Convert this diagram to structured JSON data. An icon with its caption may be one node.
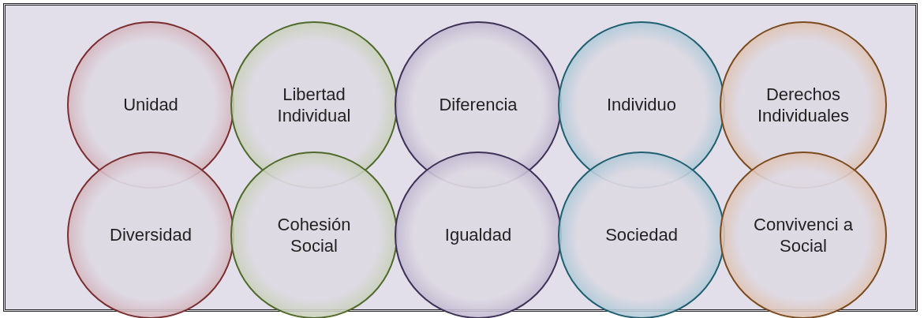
{
  "diagram": {
    "nodes": [
      {
        "text": [
          "Unidad"
        ]
      },
      {
        "text": [
          "Libertad Individual"
        ]
      },
      {
        "text": [
          "Diferencia"
        ]
      },
      {
        "text": [
          "Individuo"
        ]
      },
      {
        "text": [
          "Derechos Individuales"
        ]
      },
      {
        "text": [
          "Diversidad"
        ]
      },
      {
        "text": [
          "Cohesión Social"
        ]
      },
      {
        "text": [
          "Igualdad"
        ]
      },
      {
        "text": [
          "Sociedad"
        ]
      },
      {
        "text": [
          "Convivenci a Social"
        ]
      }
    ]
  }
}
